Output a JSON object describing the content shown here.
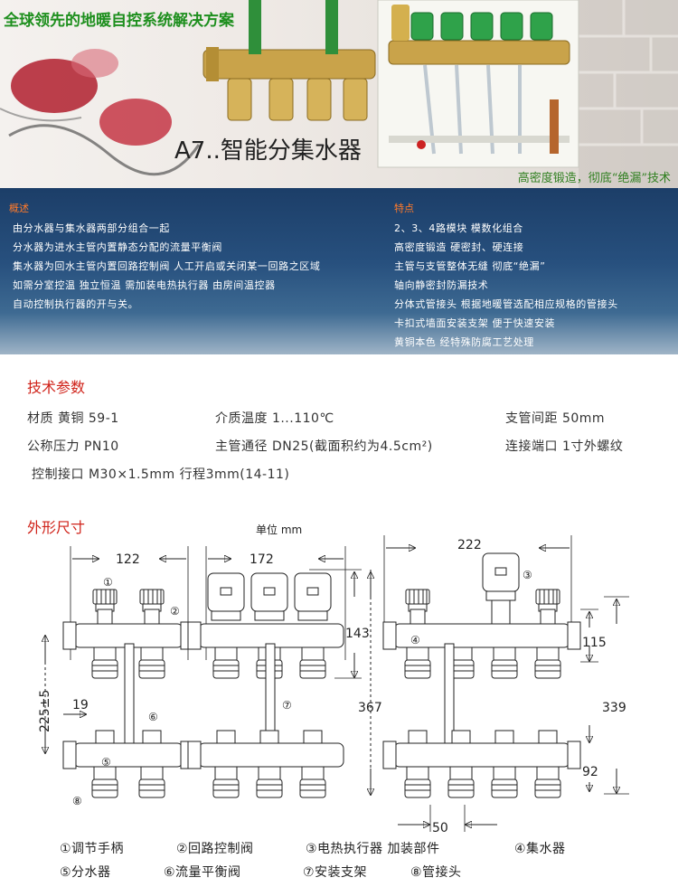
{
  "hero": {
    "tagline": "全球领先的地暖自控系统解决方案",
    "model_title": "A7..智能分集水器",
    "slogan": "高密度锻造，彻底“绝漏”技术"
  },
  "overview": {
    "heading": "概述",
    "lines": [
      "由分水器与集水器两部分组合一起",
      "分水器为进水主管内置静态分配的流量平衡阀",
      "集水器为回水主管内置回路控制阀    人工开启或关闭某一回路之区域",
      "如需分室控温    独立恒温    需加装电热执行器    由房间温控器",
      "自动控制执行器的开与关。"
    ]
  },
  "features": {
    "heading": "特点",
    "lines": [
      "2、3、4路模块    模数化组合",
      "高密度锻造    硬密封、硬连接",
      "主管与支管整体无缝    彻底“绝漏”",
      "轴向静密封防漏技术",
      "分体式管接头    根据地暖管选配相应规格的管接头",
      "卡扣式墙面安装支架    便于快速安装",
      "黄铜本色    经特殊防腐工艺处理"
    ]
  },
  "specs": {
    "title": "技术参数",
    "material": "材质    黄铜    59-1",
    "medium_temp": "介质温度    1...110℃",
    "branch_spacing": "支管间距    50mm",
    "nominal_pressure": "公称压力    PN10",
    "main_pipe": "主管通径    DN25(截面积约为4.5cm²)",
    "connection": "连接端口    1寸外螺纹",
    "control_port": "控制接口    M30×1.5mm    行程3mm(14-11)"
  },
  "dimensions": {
    "title": "外形尺寸",
    "unit": "单位    mm",
    "labels": {
      "d122": "122",
      "d172": "172",
      "d222": "222",
      "d143": "143",
      "d367": "367",
      "d115": "115",
      "d339": "339",
      "d92": "92",
      "d225": "225±5",
      "d19": "19",
      "d50": "50"
    },
    "markers": [
      "①",
      "②",
      "③",
      "④",
      "⑤",
      "⑥",
      "⑦",
      "⑧"
    ]
  },
  "legend": {
    "row1": [
      "①调节手柄",
      "②回路控制阀",
      "③电热执行器    加装部件",
      "④集水器"
    ],
    "row2": [
      "⑤分水器",
      "⑥流量平衡阀",
      "⑦安装支架",
      "⑧管接头"
    ]
  },
  "colors": {
    "section_title": "#d0241b",
    "tagline": "#1e8f1e",
    "band_heading": "#ff7a2a",
    "band_bg": "#27507e",
    "brass": "#c9a34a",
    "valve_green": "#2fa24a"
  }
}
